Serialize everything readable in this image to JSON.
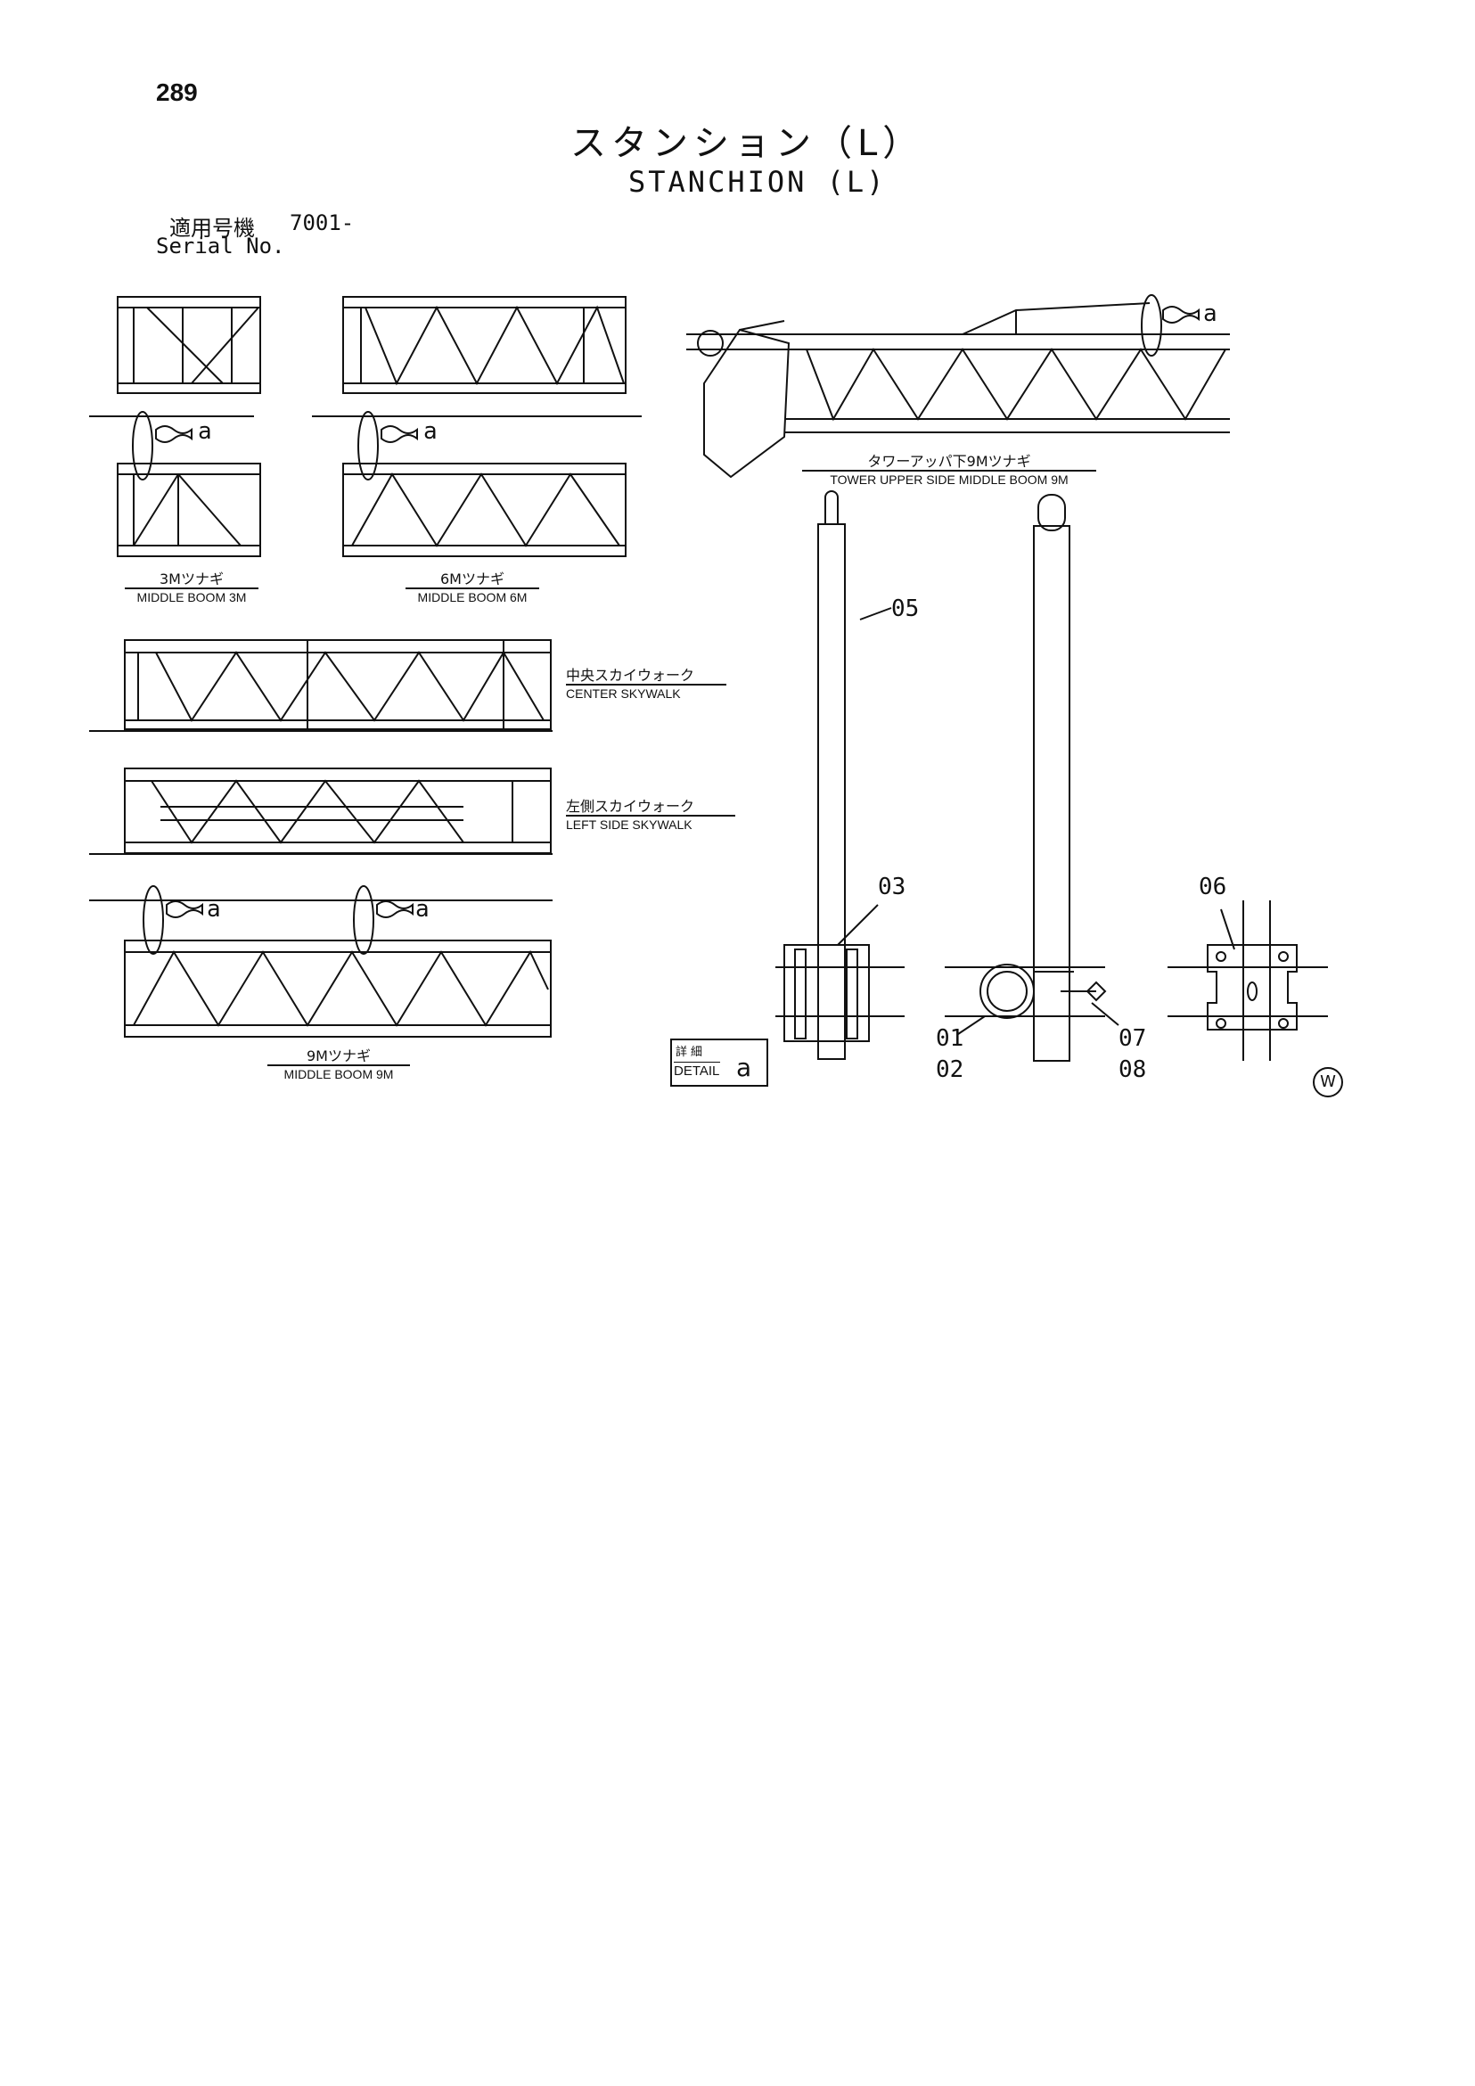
{
  "page_number": "289",
  "title_jp": "スタンション（L）",
  "title_en": "STANCHION (L)",
  "serial": {
    "label_jp": "適用号機",
    "value": "7001-",
    "label_en": "Serial No."
  },
  "captions": {
    "boom_3m": {
      "jp": "3Mツナギ",
      "en": "MIDDLE BOOM 3M"
    },
    "boom_6m": {
      "jp": "6Mツナギ",
      "en": "MIDDLE BOOM 6M"
    },
    "tower_upper": {
      "jp": "タワーアッパ下9Mツナギ",
      "en": "TOWER UPPER SIDE MIDDLE BOOM 9M"
    },
    "center_skywalk": {
      "jp": "中央スカイウォーク",
      "en": "CENTER SKYWALK"
    },
    "left_skywalk": {
      "jp": "左側スカイウォーク",
      "en": "LEFT SIDE SKYWALK"
    },
    "boom_9m": {
      "jp": "9Mツナギ",
      "en": "MIDDLE BOOM 9M"
    }
  },
  "detail_ref": "a",
  "detail_box": {
    "jp": "詳細",
    "en": "DETAIL",
    "letter": "a"
  },
  "part_callouts": [
    "05",
    "03",
    "06",
    "01",
    "02",
    "07",
    "08"
  ],
  "watermark": "W"
}
